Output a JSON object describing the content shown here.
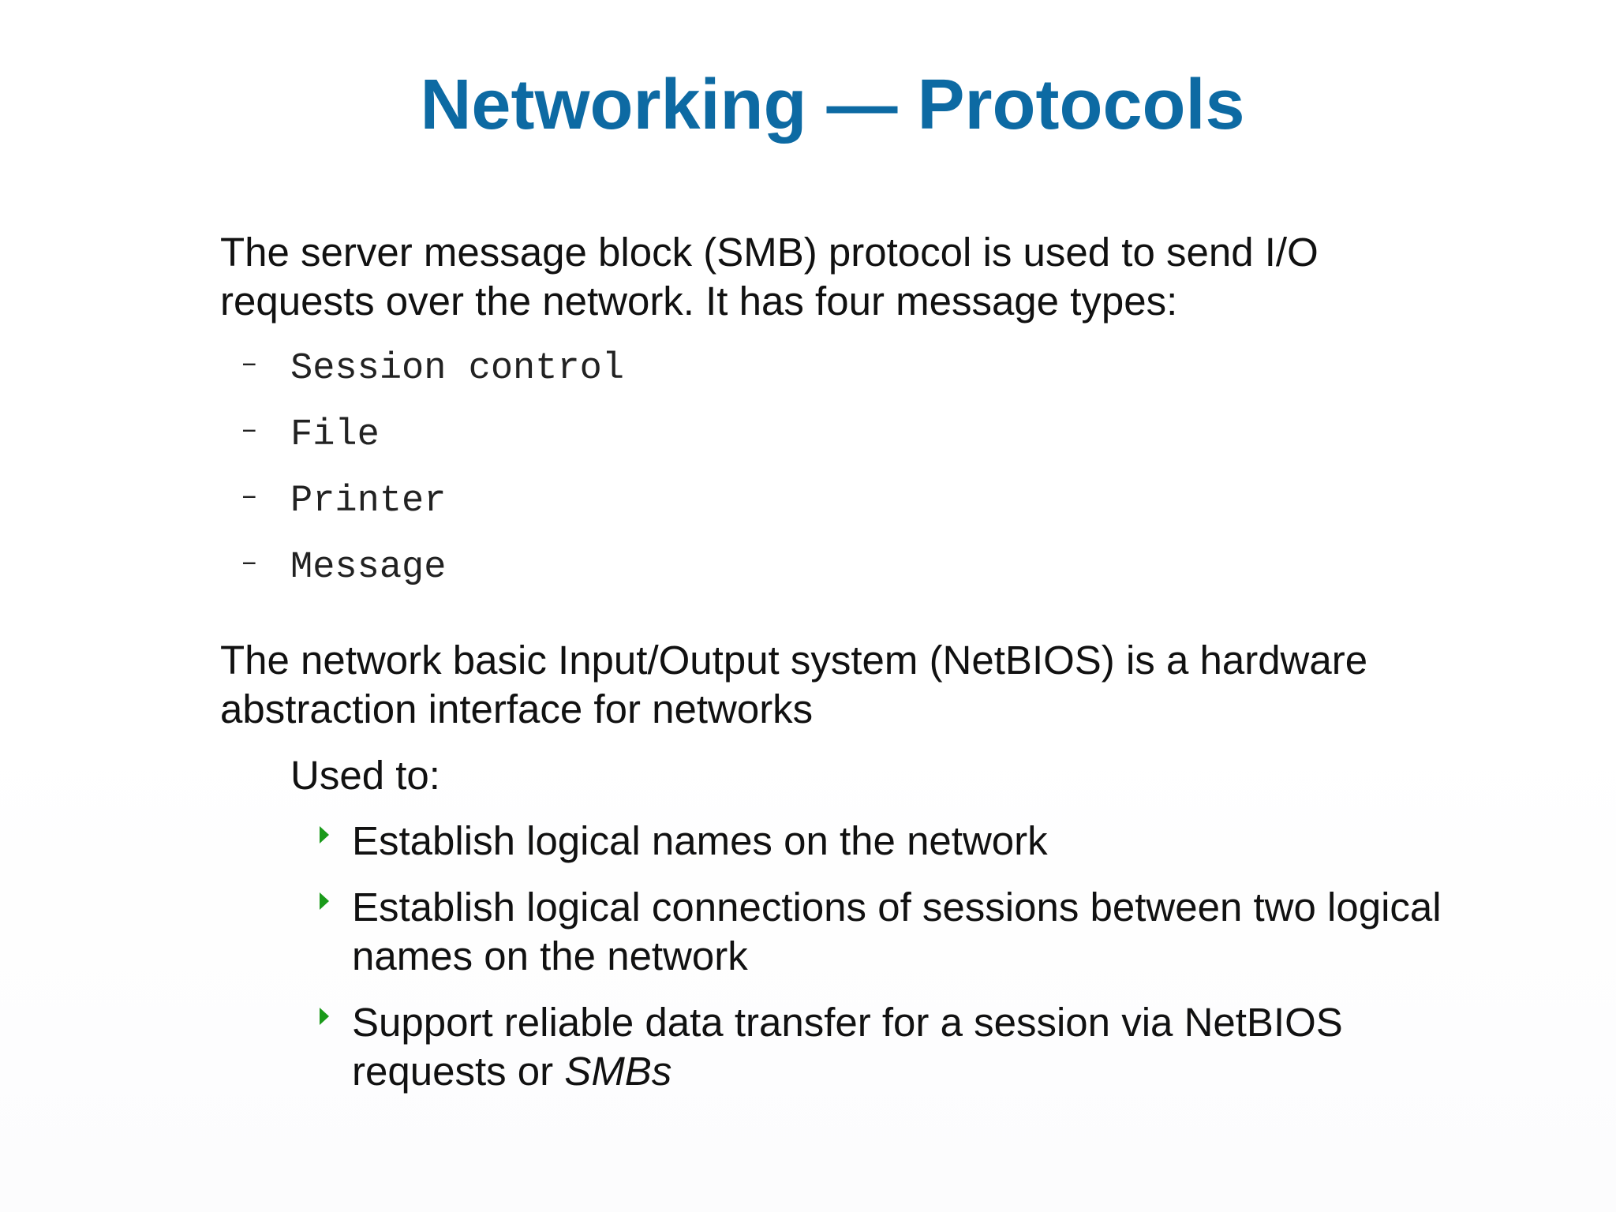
{
  "slide": {
    "title": "Networking — Protocols",
    "paragraph_smb": "The server message block (SMB) protocol is used to send I/O requests over the network.  It has four message types:",
    "message_types": [
      "Session control",
      "File",
      "Printer",
      "Message"
    ],
    "dash_symbol": "–",
    "paragraph_netbios": "The network basic Input/Output system (NetBIOS) is a hardware abstraction interface for networks",
    "used_to_label": "Used to:",
    "uses": [
      {
        "text": "Establish logical names on the network"
      },
      {
        "text": "Establish logical connections of sessions between two logical names on the network"
      },
      {
        "text": "Support reliable data transfer for a session via NetBIOS requests or ",
        "emphasis": "SMBs"
      }
    ]
  },
  "colors": {
    "title": "#0d6aa3",
    "body_text": "#111111",
    "bullet_arrow": "#1a9a1a"
  },
  "icons": {
    "bullet": "arrow-right-triangle"
  }
}
